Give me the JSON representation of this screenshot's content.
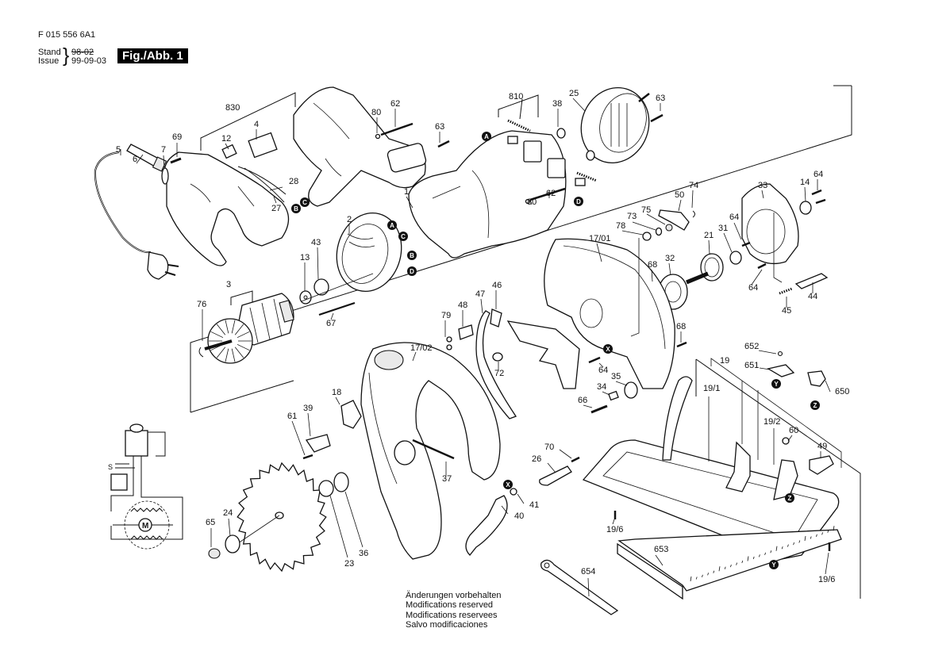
{
  "header": {
    "document_number": "F 015 556 6A1",
    "stand_label": "Stand",
    "issue_label": "Issue",
    "stand_value_struck": "98-02",
    "issue_date": "99-09-03",
    "figure_badge": "Fig./Abb. 1"
  },
  "footer": {
    "lines": [
      "Änderungen vorbehalten",
      "Modifications reserved",
      "Modifications reservees",
      "Salvo modificaciones"
    ]
  },
  "connector_markers": [
    "A",
    "B",
    "C",
    "D",
    "X",
    "Y",
    "Z"
  ],
  "part_labels": {
    "p830": "830",
    "p69": "69",
    "p7": "7",
    "p6": "6",
    "p5": "5",
    "p12": "12",
    "p4": "4",
    "p28": "28",
    "p27": "27",
    "p62a": "62",
    "p80a": "80",
    "p63a": "63",
    "p810": "810",
    "p38": "38",
    "p25": "25",
    "p63b": "63",
    "p1": "1",
    "p62b": "62",
    "p80b": "80",
    "p2": "2",
    "p43": "43",
    "p13": "13",
    "p67": "67",
    "p3": "3",
    "p76": "76",
    "p74": "74",
    "p50": "50",
    "p75": "75",
    "p73": "73",
    "p78": "78",
    "p17_01": "17/01",
    "p33": "33",
    "p14": "14",
    "p64a": "64",
    "p64b": "64",
    "p31": "31",
    "p21": "21",
    "p68a": "68",
    "p32": "32",
    "p64c": "64",
    "p45": "45",
    "p44": "44",
    "p46": "46",
    "p47": "47",
    "p48": "48",
    "p79": "79",
    "p17_02": "17/02",
    "p72": "72",
    "p64d": "64",
    "p68b": "68",
    "p35": "35",
    "p34": "34",
    "p66": "66",
    "p652": "652",
    "p651": "651",
    "p650": "650",
    "p19": "19",
    "p19_1": "19/1",
    "p19_2": "19/2",
    "p60": "60",
    "p49": "49",
    "p18": "18",
    "p39": "39",
    "p61": "61",
    "p37": "37",
    "p70": "70",
    "p26": "26",
    "p41": "41",
    "p40": "40",
    "p19_6a": "19/6",
    "p19_6b": "19/6",
    "p653": "653",
    "p654": "654",
    "p65": "65",
    "p24": "24",
    "p23": "23",
    "p36": "36"
  },
  "schematic": {
    "motor_symbol": "M",
    "switch_terminal": "S"
  }
}
